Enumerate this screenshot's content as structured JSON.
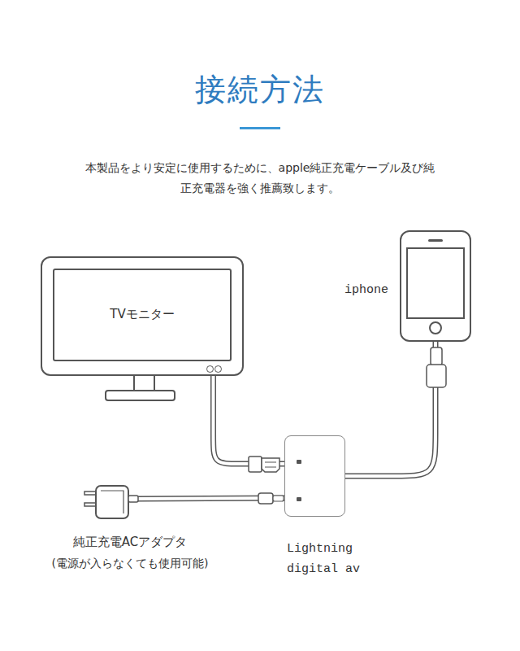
{
  "diagram": {
    "title": "接続方法",
    "nodes": [
      {
        "text": [
          "TVモニター"
        ]
      },
      {
        "text": [
          "iphone"
        ]
      },
      {
        "text": [
          "Lightning digital av"
        ]
      },
      {
        "text": [
          "純正充電ACアダプタ",
          "(電源が入らなくても使用可能)"
        ]
      }
    ],
    "edges": [
      {
        "from": 0,
        "to": 2,
        "arrow": "none"
      },
      {
        "from": 1,
        "to": 2,
        "arrow": "none"
      },
      {
        "from": 3,
        "to": 2,
        "arrow": "none"
      }
    ],
    "labels": [
      "本製品をより安定に使用するために、apple純正充電ケーブル及び純正充電器を強く推薦致します。"
    ]
  }
}
